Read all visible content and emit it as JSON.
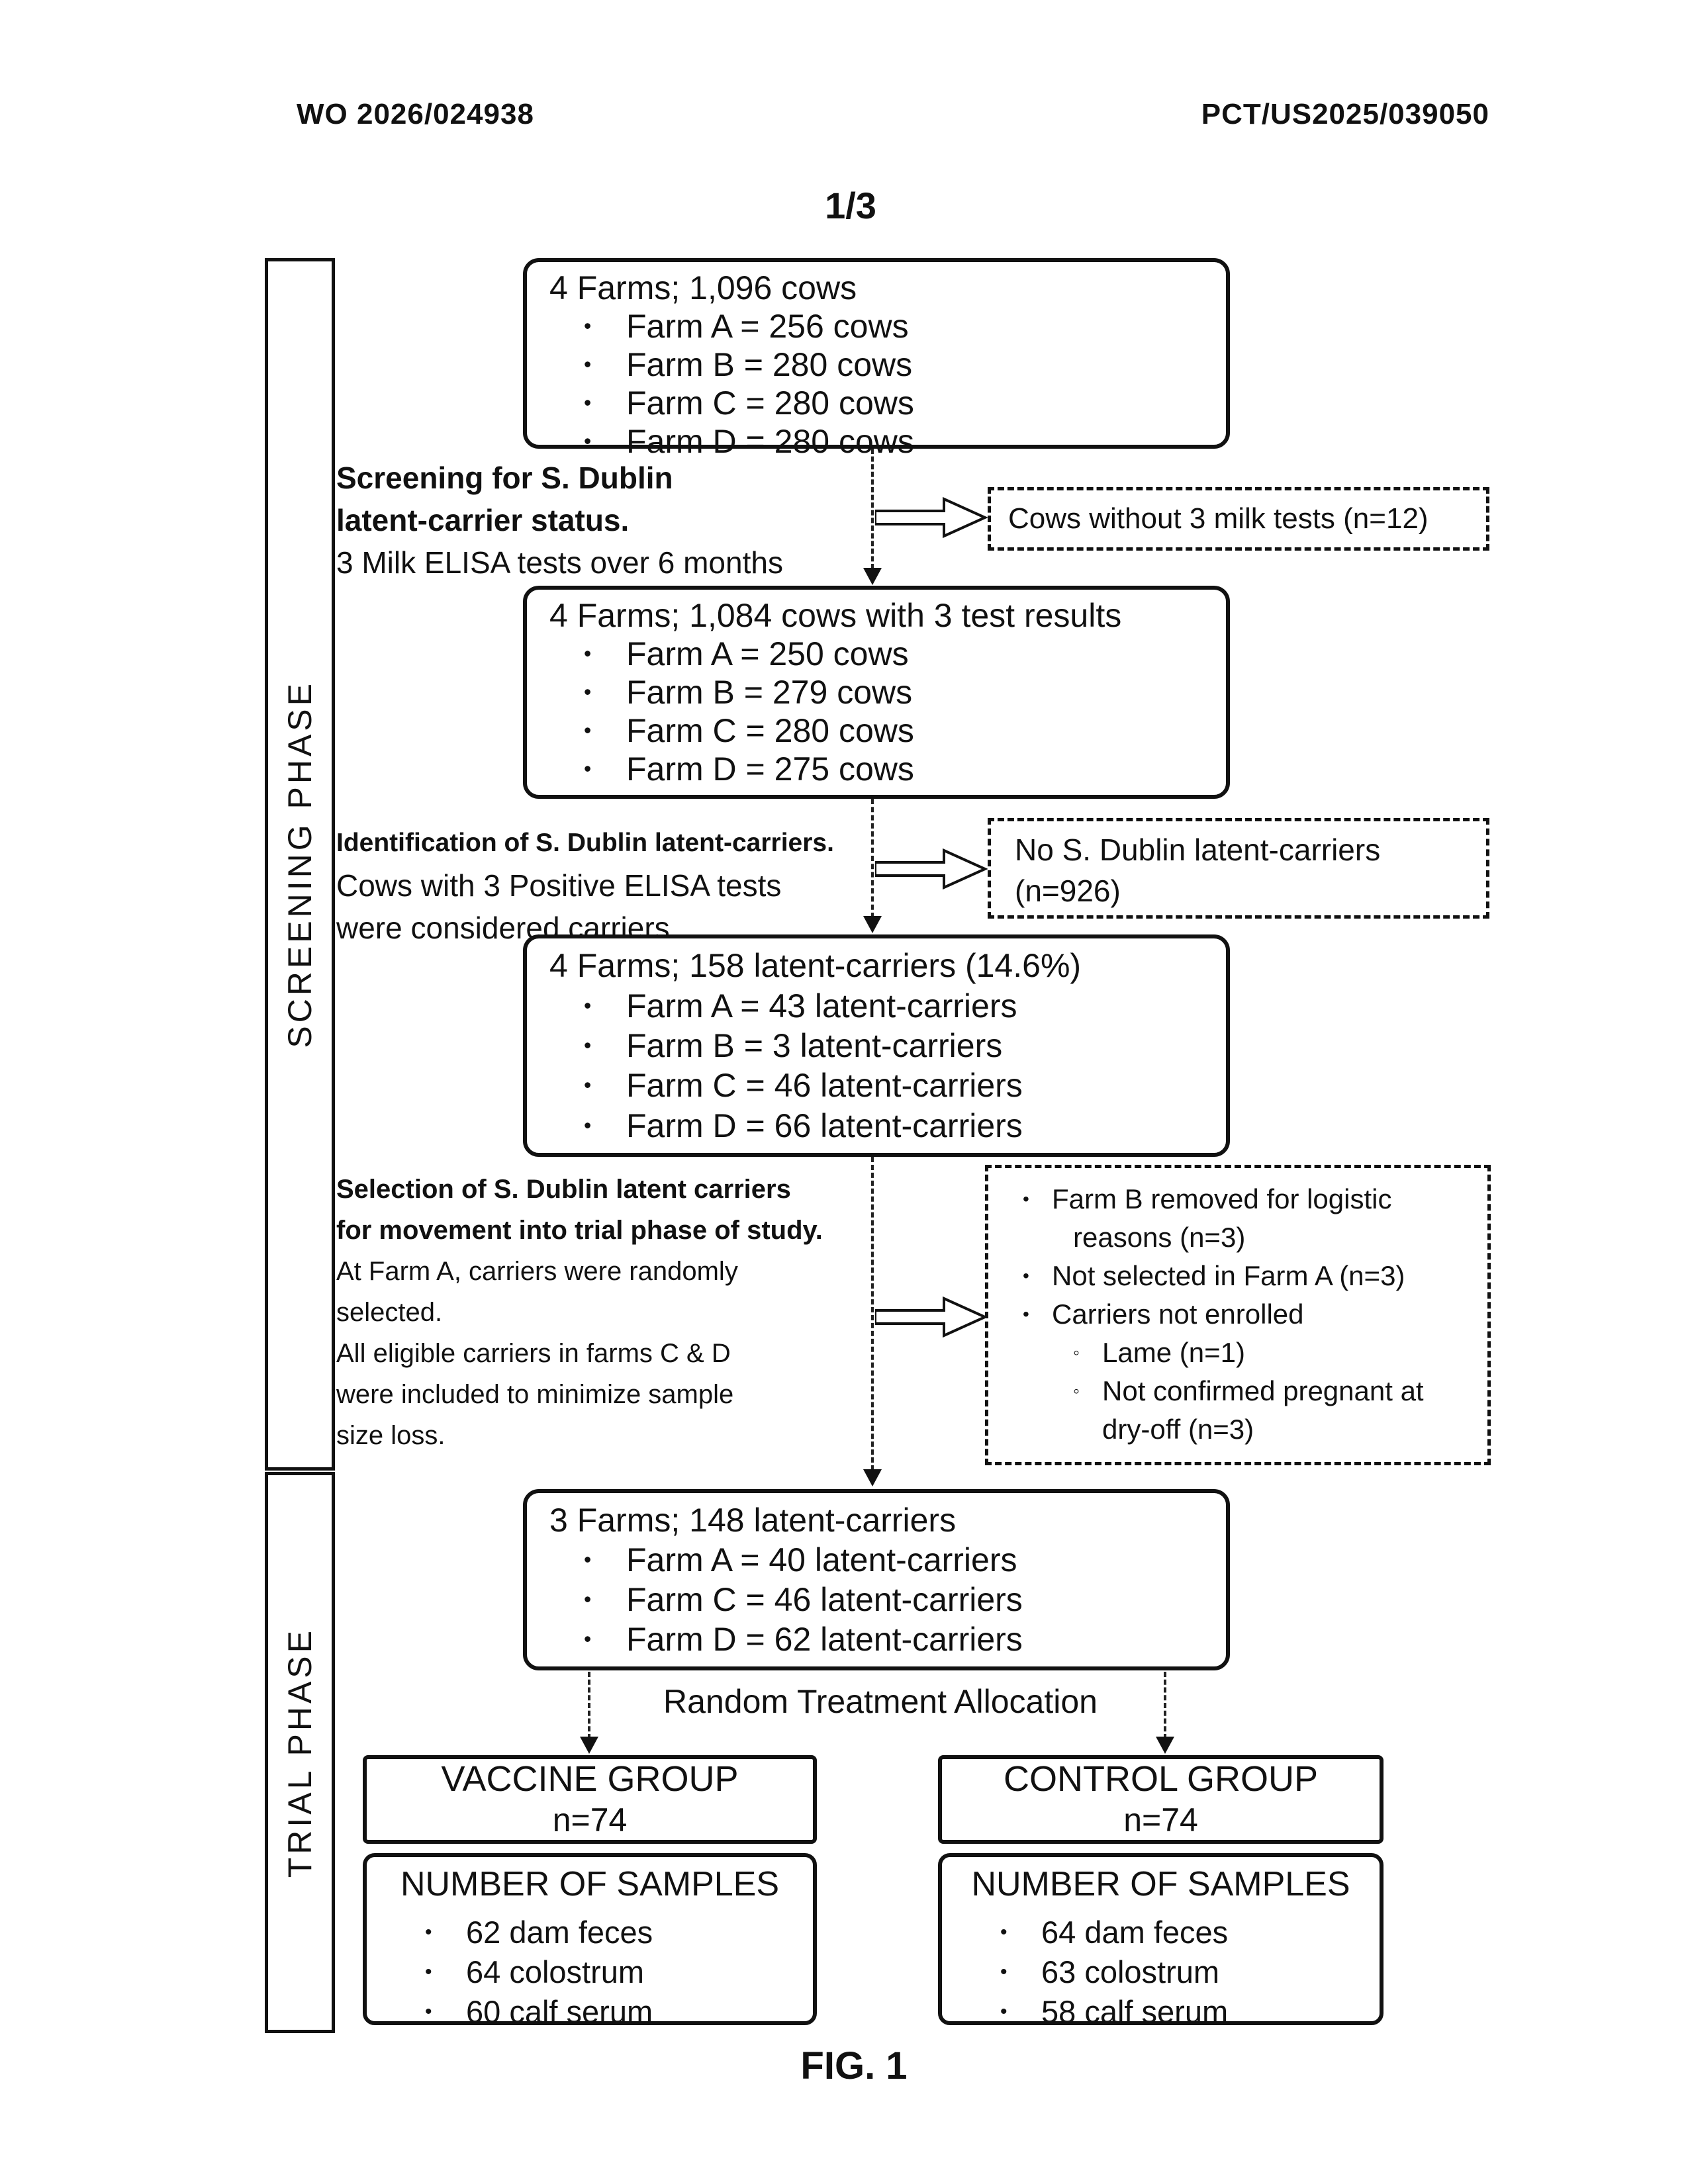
{
  "page": {
    "header_left": "WO 2026/024938",
    "header_right": "PCT/US2025/039050",
    "page_number": "1/3",
    "figure_label": "FIG. 1"
  },
  "colors": {
    "ink": "#111111",
    "paper": "#ffffff"
  },
  "glyphs": {
    "bullet": "•",
    "sub_bullet": "◦"
  },
  "phases": {
    "screening": "SCREENING PHASE",
    "trial": "TRIAL PHASE"
  },
  "screening": {
    "box1": {
      "title": "4 Farms; 1,096 cows",
      "bullets": [
        "Farm A = 256 cows",
        "Farm B = 280 cows",
        "Farm C = 280 cows",
        "Farm D = 280 cows"
      ]
    },
    "note1": {
      "bold1": "Screening for S. Dublin",
      "bold2": "latent-carrier status.",
      "line1": "3 Milk ELISA tests over 6 months"
    },
    "exclusion1": {
      "line1": "Cows without 3 milk tests (n=12)"
    },
    "box2": {
      "title": "4 Farms; 1,084 cows with 3 test results",
      "bullets": [
        "Farm A = 250 cows",
        "Farm B = 279 cows",
        "Farm C = 280 cows",
        "Farm D = 275 cows"
      ]
    },
    "note2": {
      "bold1": "Identification of S. Dublin latent-carriers.",
      "line1": "Cows with 3 Positive ELISA tests",
      "line2": "were considered carriers"
    },
    "exclusion2": {
      "line1": "No S. Dublin latent-carriers",
      "line2": "(n=926)"
    },
    "box3": {
      "title": "4 Farms; 158 latent-carriers (14.6%)",
      "bullets": [
        "Farm A = 43 latent-carriers",
        "Farm B = 3 latent-carriers",
        "Farm C = 46 latent-carriers",
        "Farm D = 66 latent-carriers"
      ]
    },
    "note3": {
      "bold1": "Selection of S. Dublin latent carriers",
      "bold2": "for movement into trial phase of study.",
      "line1": "At Farm A, carriers were randomly",
      "line2": "selected.",
      "line3": "All eligible carriers in farms C & D",
      "line4": "were included to minimize sample",
      "line5": "size loss."
    },
    "exclusion3": {
      "bullet1_line1": "Farm B removed for logistic",
      "bullet1_line2": "reasons (n=3)",
      "bullet2": "Not selected in Farm A (n=3)",
      "bullet3": "Carriers not enrolled",
      "sub1": "Lame (n=1)",
      "sub2_line1": "Not confirmed pregnant at",
      "sub2_line2": "dry-off (n=3)"
    }
  },
  "trial": {
    "box4": {
      "title": "3 Farms; 148 latent-carriers",
      "bullets": [
        "Farm A = 40 latent-carriers",
        "Farm C = 46 latent-carriers",
        "Farm D = 62 latent-carriers"
      ]
    },
    "allocation_label": "Random Treatment Allocation",
    "vaccine_group": {
      "title": "VACCINE GROUP",
      "n": "n=74"
    },
    "control_group": {
      "title": "CONTROL GROUP",
      "n": "n=74"
    },
    "vaccine_samples": {
      "title": "NUMBER OF SAMPLES",
      "bullets": [
        "62 dam feces",
        "64 colostrum",
        "60 calf serum"
      ]
    },
    "control_samples": {
      "title": "NUMBER OF SAMPLES",
      "bullets": [
        "64 dam feces",
        "63 colostrum",
        "58 calf serum"
      ]
    }
  }
}
